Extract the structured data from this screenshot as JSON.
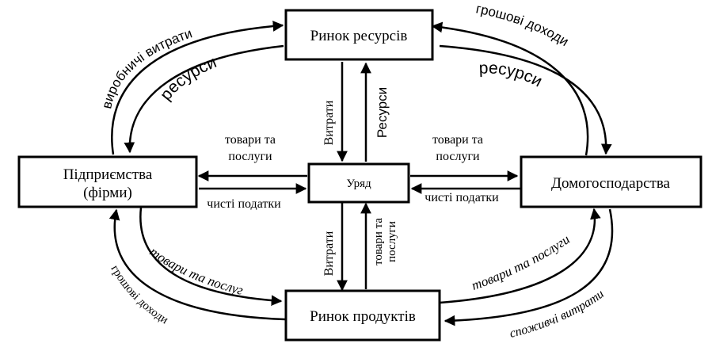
{
  "nodes": {
    "resource_market": "Ринок ресурсів",
    "product_market": "Ринок продуктів",
    "firms_line1": "Підприємства",
    "firms_line2": "(фірми)",
    "households": "Домогосподарства",
    "government": "Уряд"
  },
  "flows": {
    "production_costs": "виробничі витрати",
    "resources_left": "ресурси",
    "money_income_top": "грошові доходи",
    "resources_right": "ресурси",
    "goods_services_left": "товари та послуги",
    "money_income_bottom": "грошові доходи",
    "goods_services_right": "товари та послуги",
    "consumer_spending": "споживчі витрати",
    "gov_spending_top": "Витрати",
    "gov_resources": "Ресурси",
    "gov_spending_bottom": "Витрати",
    "gov_goods_line1": "товари та",
    "gov_goods_line2": "послуги",
    "left_goods_line1": "товари та",
    "left_goods_line2": "послуги",
    "right_goods_line1": "товари та",
    "right_goods_line2": "послуги",
    "net_taxes_left": "чисті податки",
    "net_taxes_right": "чисті податки"
  }
}
